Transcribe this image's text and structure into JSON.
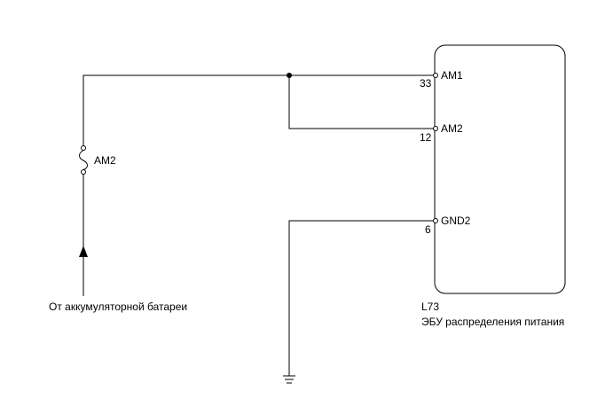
{
  "ecu": {
    "code": "L73",
    "name": "ЭБУ распределения питания",
    "pins": [
      {
        "name": "AM1",
        "number": "33"
      },
      {
        "name": "AM2",
        "number": "12"
      },
      {
        "name": "GND2",
        "number": "6"
      }
    ]
  },
  "fuse": {
    "label": "AM2"
  },
  "source": {
    "label": "От аккумуляторной батареи"
  }
}
